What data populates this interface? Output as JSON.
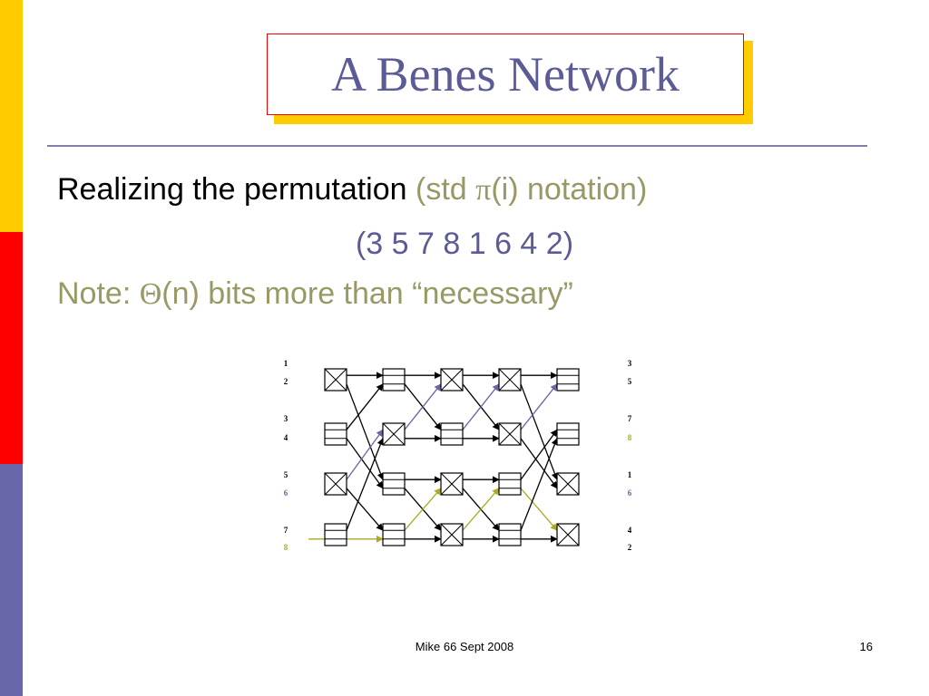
{
  "slide": {
    "title": "A Benes Network",
    "line1_main": "Realizing the permutation ",
    "line1_paren_pre": "(std ",
    "line1_pi": "π",
    "line1_paren_post": "(i) notation)",
    "permutation": "(3 5 7 8 1 6 4 2)",
    "note_pre": "Note: ",
    "note_theta": "Θ",
    "note_post": "(n) bits more than “necessary”",
    "footer": "Mike 66 Sept 2008",
    "page_number": "16"
  },
  "colors": {
    "accent_blue": "#5b5b96",
    "accent_olive": "#999966",
    "path_blue": "#6666a8",
    "path_olive": "#aaaa22",
    "black": "#000000"
  },
  "network": {
    "input_labels": [
      "1",
      "2",
      "3",
      "4",
      "5",
      "6",
      "7",
      "8"
    ],
    "output_labels": [
      "3",
      "5",
      "7",
      "8",
      "1",
      "6",
      "4",
      "2"
    ],
    "input_label_colors": [
      "black",
      "black",
      "black",
      "black",
      "black",
      "blue",
      "black",
      "olive"
    ],
    "output_label_colors": [
      "black",
      "black",
      "black",
      "olive",
      "black",
      "blue",
      "black",
      "black"
    ]
  }
}
